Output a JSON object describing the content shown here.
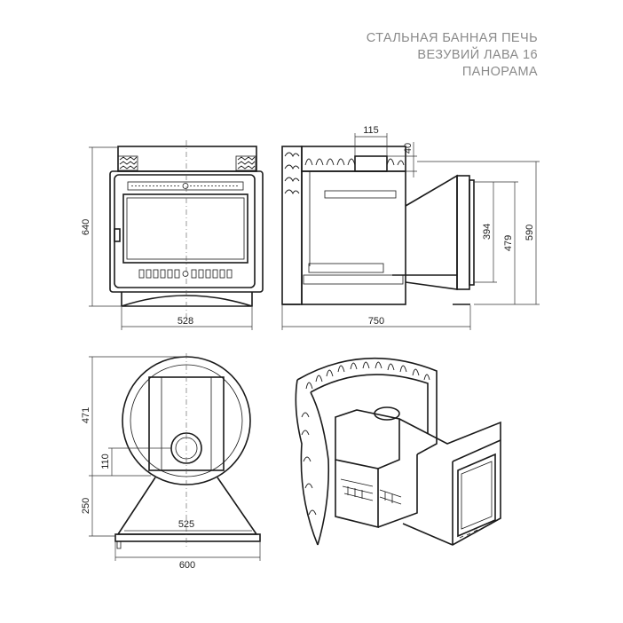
{
  "title": {
    "line1": "СТАЛЬНАЯ БАННАЯ ПЕЧЬ",
    "line2": "ВЕЗУВИЙ ЛАВА 16",
    "line3": "ПАНОРАМА"
  },
  "dimensions": {
    "front_height": "640",
    "front_width": "528",
    "side_length": "750",
    "chimney_width": "115",
    "chimney_height": "40",
    "tank_height_394": "394",
    "tank_height_479": "479",
    "overall_height_590": "590",
    "top_upper_height": "471",
    "top_flue_offset": "110",
    "top_lower_height": "250",
    "top_inner_width": "525",
    "top_outer_width": "600"
  }
}
